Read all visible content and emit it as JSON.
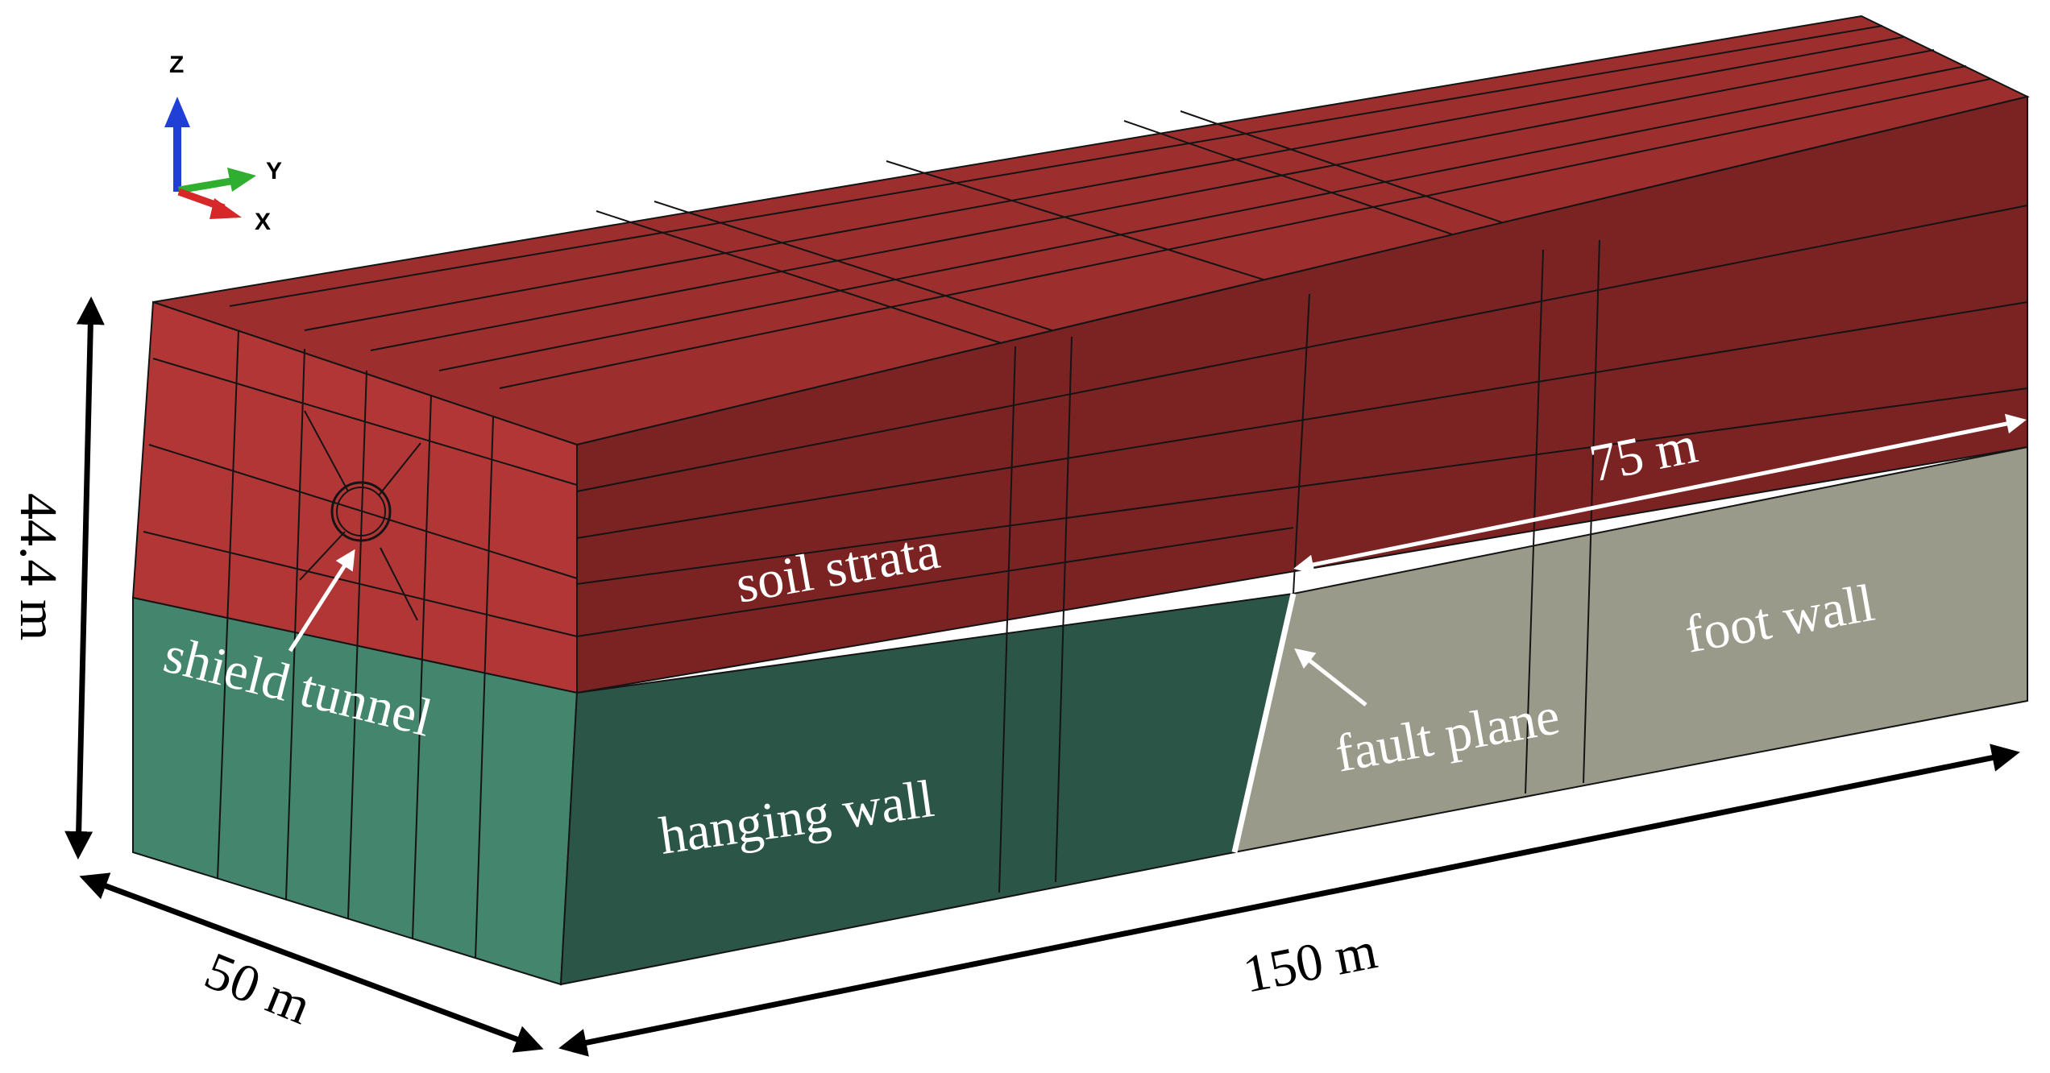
{
  "labels": {
    "soil_strata": "soil strata",
    "shield_tunnel": "shield tunnel",
    "hanging_wall": "hanging wall",
    "fault_plane": "fault plane",
    "foot_wall": "foot wall"
  },
  "dimensions": {
    "height": "44.4 m",
    "width": "50 m",
    "length": "150 m",
    "foot_wall_length": "75 m"
  },
  "axes": {
    "z": "Z",
    "y": "Y",
    "x": "X"
  },
  "colors": {
    "soil_front": "#b23636",
    "soil_side": "#7b2222",
    "soil_top": "#9c2e2e",
    "hanging_front": "#43866d",
    "hanging_side": "#2b5647",
    "foot_wall": "#9a9a8a",
    "axis_z": "#1f3fd6",
    "axis_y": "#2fae2f",
    "axis_x": "#d62828"
  }
}
